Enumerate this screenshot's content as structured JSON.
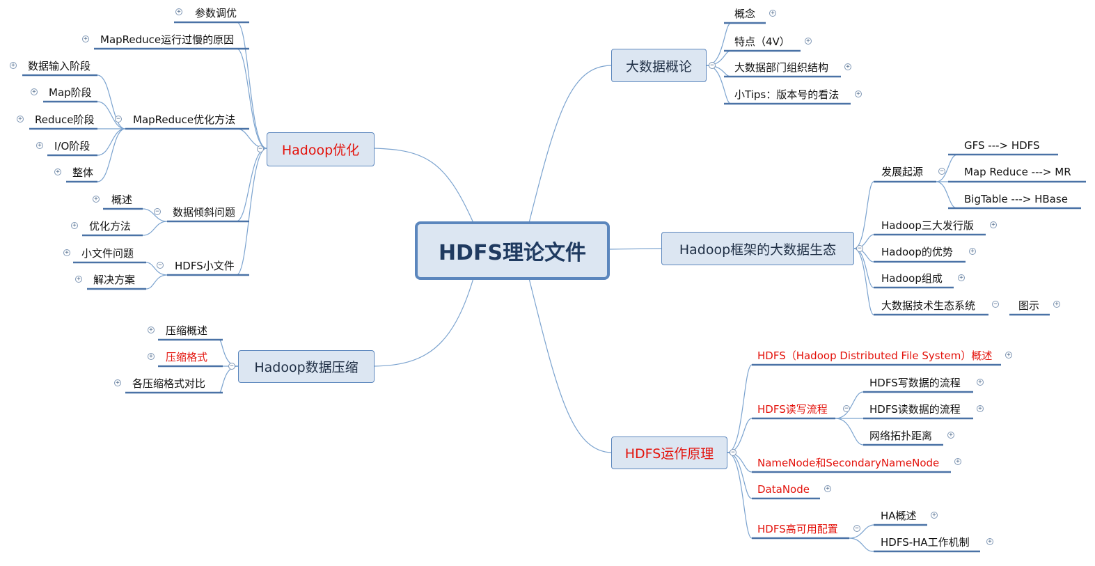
{
  "central": "HDFS理论文件",
  "branches": {
    "hadoop_opt": "Hadoop优化",
    "compress": "Hadoop数据压缩",
    "bigdata": "大数据概论",
    "framework": "Hadoop框架的大数据生态",
    "hdfs_work": "HDFS运作原理"
  },
  "leaves": {
    "param_tune": "参数调优",
    "mr_slow": "MapReduce运行过慢的原因",
    "mr_opt": "MapReduce优化方法",
    "data_input": "数据输入阶段",
    "map_stage": "Map阶段",
    "reduce_stage": "Reduce阶段",
    "io_stage": "I/O阶段",
    "whole": "整体",
    "skew": "数据倾斜问题",
    "skew_overview": "概述",
    "skew_method": "优化方法",
    "small_files": "HDFS小文件",
    "small_problem": "小文件问题",
    "small_solution": "解决方案",
    "cmp_overview": "压缩概述",
    "cmp_format": "压缩格式",
    "cmp_compare": "各压缩格式对比",
    "concept": "概念",
    "features": "特点（4V）",
    "org": "大数据部门组织结构",
    "tips": "小Tips：版本号的看法",
    "origin": "发展起源",
    "gfs": "GFS ---> HDFS",
    "mapred": "Map Reduce ---> MR",
    "bigtable": "BigTable ---> HBase",
    "three_dist": "Hadoop三大发行版",
    "advantages": "Hadoop的优势",
    "composition": "Hadoop组成",
    "ecosystem": "大数据技术生态系统",
    "diagram": "图示",
    "hdfs_overview": "HDFS（Hadoop Distributed File System）概述",
    "rw_flow": "HDFS读写流程",
    "write_flow": "HDFS写数据的流程",
    "read_flow": "HDFS读数据的流程",
    "topology": "网络拓扑距离",
    "nn_snn": "NameNode和SecondaryNameNode",
    "datanode": "DataNode",
    "ha_config": "HDFS高可用配置",
    "ha_overview": "HA概述",
    "ha_mech": "HDFS-HA工作机制"
  },
  "colors": {
    "node_fill": "#dce6f2",
    "node_border": "#5b86bd",
    "edge": "#7ba3cf",
    "underline": "#4a72a6",
    "highlight_text": "#e3120b"
  }
}
